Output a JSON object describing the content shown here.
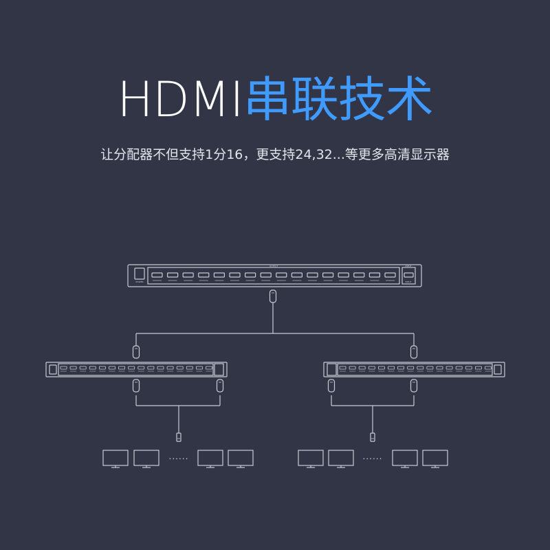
{
  "title": {
    "prefix": "HDMI",
    "highlight": "串联技术"
  },
  "subtitle": "让分配器不但支持1分16，更支持24,32...等更多高清显示器",
  "colors": {
    "background": "#323546",
    "accent": "#3f9bff",
    "line": "#c9ccd4"
  },
  "devices": {
    "main_splitter": {
      "output_header": "OUTPUT",
      "input_label": "INPUT",
      "power_label": "POWER",
      "port_count": 16
    },
    "left_splitter": {
      "port_count": 16
    },
    "right_splitter": {
      "port_count": 16
    }
  },
  "display_groups": [
    {
      "name": "left",
      "ellipsis": "......",
      "monitors": 4
    },
    {
      "name": "right",
      "ellipsis": "......",
      "monitors": 4
    }
  ]
}
